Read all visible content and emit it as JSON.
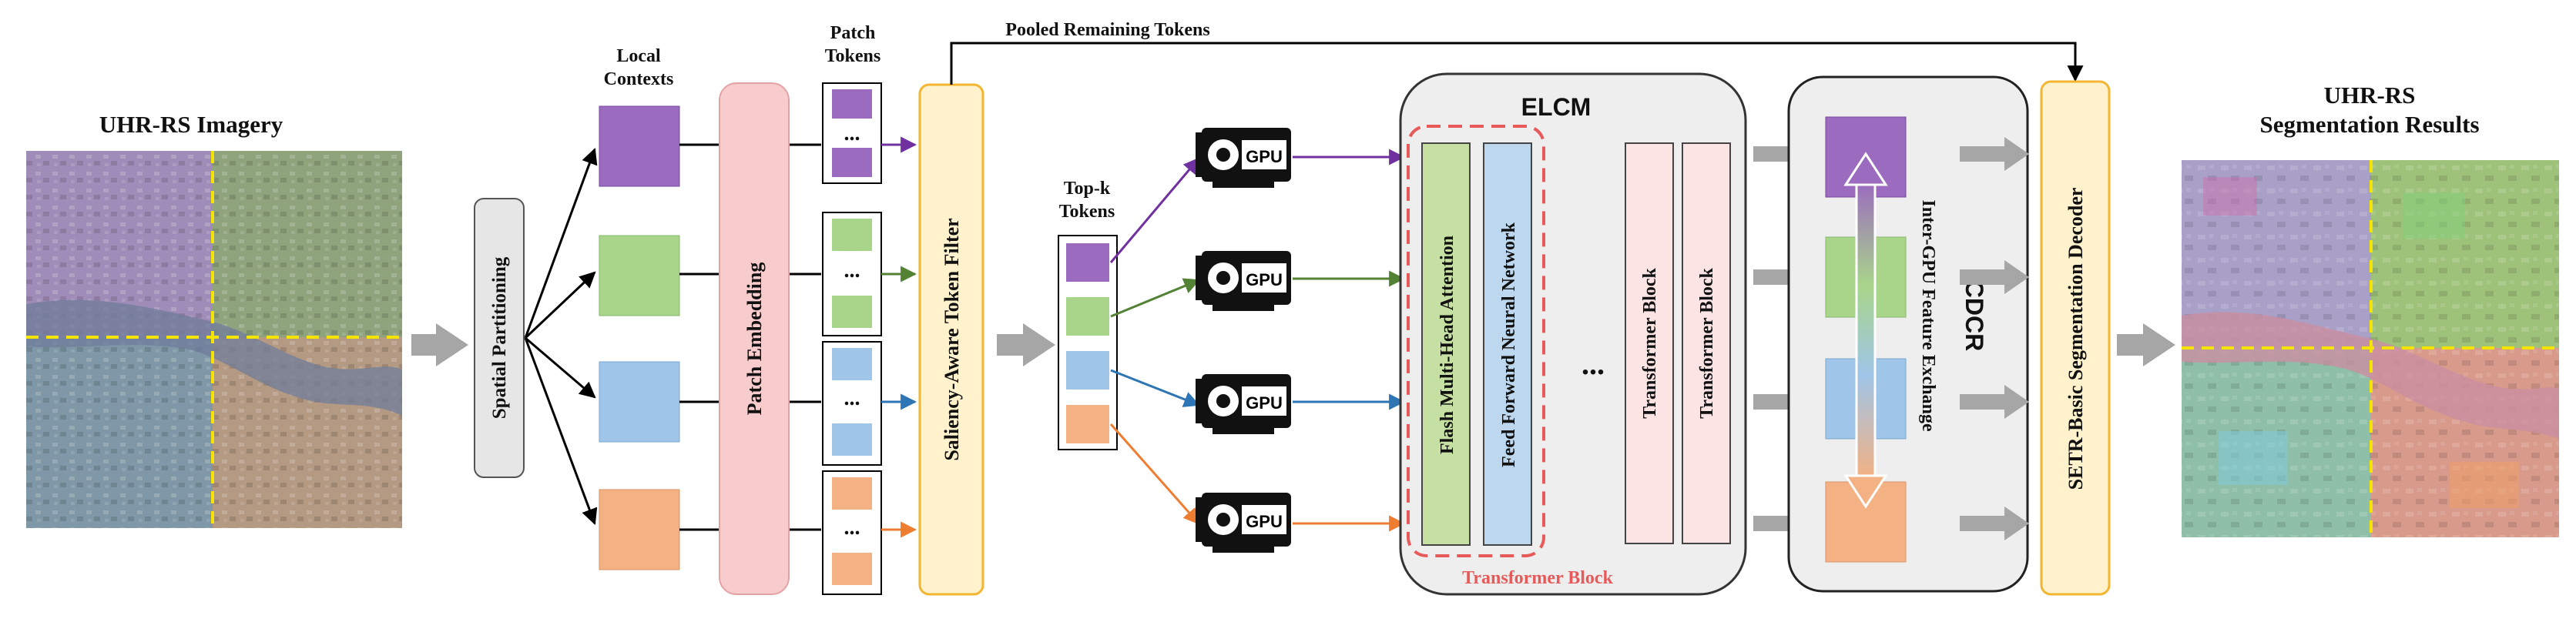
{
  "labels": {
    "input_title": "UHR-RS Imagery",
    "spatial_partitioning": "Spatial Partitioning",
    "local_contexts_line1": "Local",
    "local_contexts_line2": "Contexts",
    "patch_embedding": "Patch Embedding",
    "patch_tokens_line1": "Patch",
    "patch_tokens_line2": "Tokens",
    "pooled_remaining_tokens": "Pooled Remaining Tokens",
    "token_filter": "Saliency-Aware Token Filter",
    "topk_line1": "Top-k",
    "topk_line2": "Tokens",
    "gpu": "GPU",
    "elcm_title": "ELCM",
    "flash_attention": "Flash Multi-Head Attention",
    "ffn": "Feed Forward Neural Network",
    "transformer_block_1": "Transformer Block",
    "transformer_block_2": "Transformer Block",
    "transformer_block_caption": "Transformer Block",
    "cdcr_title": "CDCR",
    "cdcr_subtitle": "Inter-GPU Feature Exchange",
    "decoder": "SETR-Basic Segmentation Decoder",
    "output_title_line1": "UHR-RS",
    "output_title_line2": "Segmentation Results",
    "ellipsis": "..."
  },
  "colors": {
    "purple": "#9b6bc0",
    "green": "#a8d58a",
    "blue": "#9fc5e8",
    "orange": "#f4b183",
    "purple_line": "#7030a0",
    "green_line": "#548235",
    "blue_line": "#2e75b6",
    "orange_line": "#ed7d31",
    "patch_embedding_fill": "#f8cbcc",
    "token_filter_fill": "#fff2cc",
    "token_filter_border": "#f2b632",
    "elcm_fill": "#eeeeee",
    "transformer_dash": "#e85a5a",
    "gray_arrow": "#a6a6a6",
    "partition_line": "#f4e400"
  }
}
